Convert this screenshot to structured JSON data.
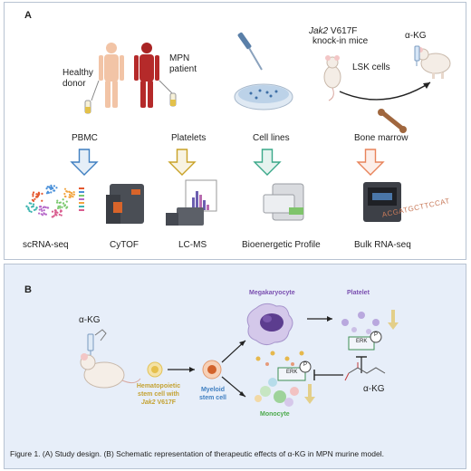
{
  "panel_a": {
    "letter": "A",
    "healthy_donor": "Healthy\ndonor",
    "mpn_patient": "MPN\npatient",
    "jak2_gene": "Jak2",
    "jak2_mutation": " V617F",
    "knockin_mice": "knock-in mice",
    "akg": "α-KG",
    "lsk_cells": "LSK cells",
    "sources": [
      "PBMC",
      "Platelets",
      "Cell lines",
      "Bone marrow"
    ],
    "methods": [
      "scRNA-seq",
      "CyTOF",
      "LC-MS",
      "Bioenergetic Profile",
      "Bulk RNA-seq"
    ],
    "sequence_text": "ACGATGCTTCCAT",
    "arrow_colors": [
      "#3f7fc1",
      "#c9a227",
      "#3aa889",
      "#e8835a"
    ]
  },
  "panel_b": {
    "letter": "B",
    "akg": "α-KG",
    "hsc_line1": "Hematopoietic",
    "hsc_line2": "stem cell with",
    "hsc_jak2": "Jak2",
    "hsc_mut": " V617F",
    "myeloid_line1": "Myeloid",
    "myeloid_line2": "stem cell",
    "megakaryocyte": "Megakaryocyte",
    "platelet": "Platelet",
    "monocyte": "Monocyte",
    "erk": "ERK",
    "p": "P",
    "akg_right": "α-KG",
    "caption": "Figure 1. (A)  Study design. (B) Schematic representation of therapeutic effects of α-KG in MPN murine model."
  }
}
